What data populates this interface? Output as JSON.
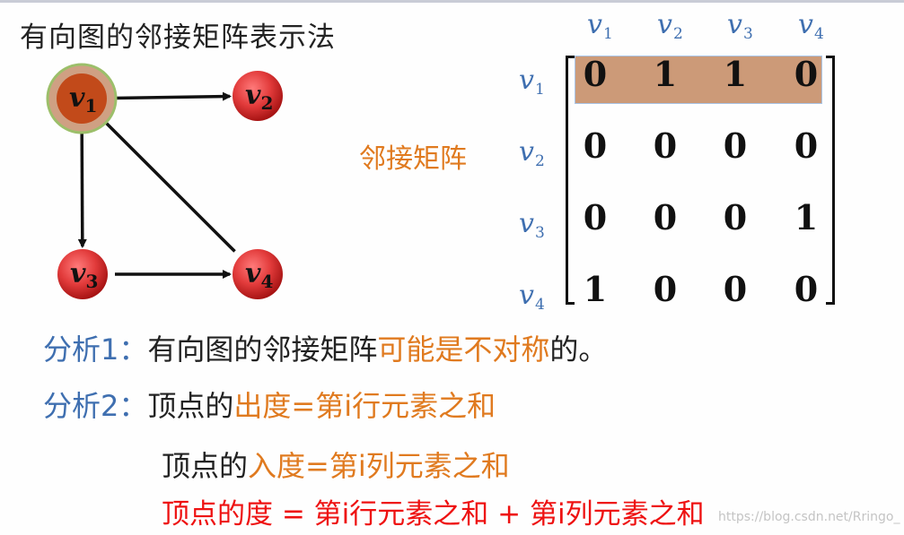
{
  "title": "有向图的邻接矩阵表示法",
  "graph": {
    "nodes": [
      {
        "id": "v1",
        "letter": "v",
        "sub": "1",
        "highlighted": true
      },
      {
        "id": "v2",
        "letter": "v",
        "sub": "2",
        "highlighted": false
      },
      {
        "id": "v3",
        "letter": "v",
        "sub": "3",
        "highlighted": false
      },
      {
        "id": "v4",
        "letter": "v",
        "sub": "4",
        "highlighted": false
      }
    ],
    "edges": [
      {
        "from": "v1",
        "to": "v2"
      },
      {
        "from": "v1",
        "to": "v3"
      },
      {
        "from": "v3",
        "to": "v4"
      },
      {
        "from": "v4",
        "to": "v1"
      }
    ]
  },
  "matrix": {
    "label": "邻接矩阵",
    "headers": [
      {
        "letter": "v",
        "sub": "1"
      },
      {
        "letter": "v",
        "sub": "2"
      },
      {
        "letter": "v",
        "sub": "3"
      },
      {
        "letter": "v",
        "sub": "4"
      }
    ],
    "rows": [
      [
        "0",
        "1",
        "1",
        "0"
      ],
      [
        "0",
        "0",
        "0",
        "0"
      ],
      [
        "0",
        "0",
        "0",
        "1"
      ],
      [
        "1",
        "0",
        "0",
        "0"
      ]
    ],
    "highlight_row": 0
  },
  "analysis": {
    "a1_label": "分析1：",
    "a1_text": "有向图的邻接矩阵",
    "a1_emph": "可能是不对称",
    "a1_tail": "的。",
    "a2_label": "分析2：",
    "a2_prefix": "顶点的",
    "a2_out": "出度=第i行元素之和",
    "a3_prefix": "顶点的",
    "a3_in": "入度=第i列元素之和",
    "a4": "顶点的度 = 第i行元素之和 + 第i列元素之和"
  },
  "watermark": "https://blog.csdn.net/Rringo_",
  "colors": {
    "node_fill": "#e23b3b",
    "node_highlight_ring": "#cfa083",
    "accent_orange": "#e07a1f",
    "accent_blue": "#3f6fb0",
    "accent_red": "#ee1111"
  }
}
